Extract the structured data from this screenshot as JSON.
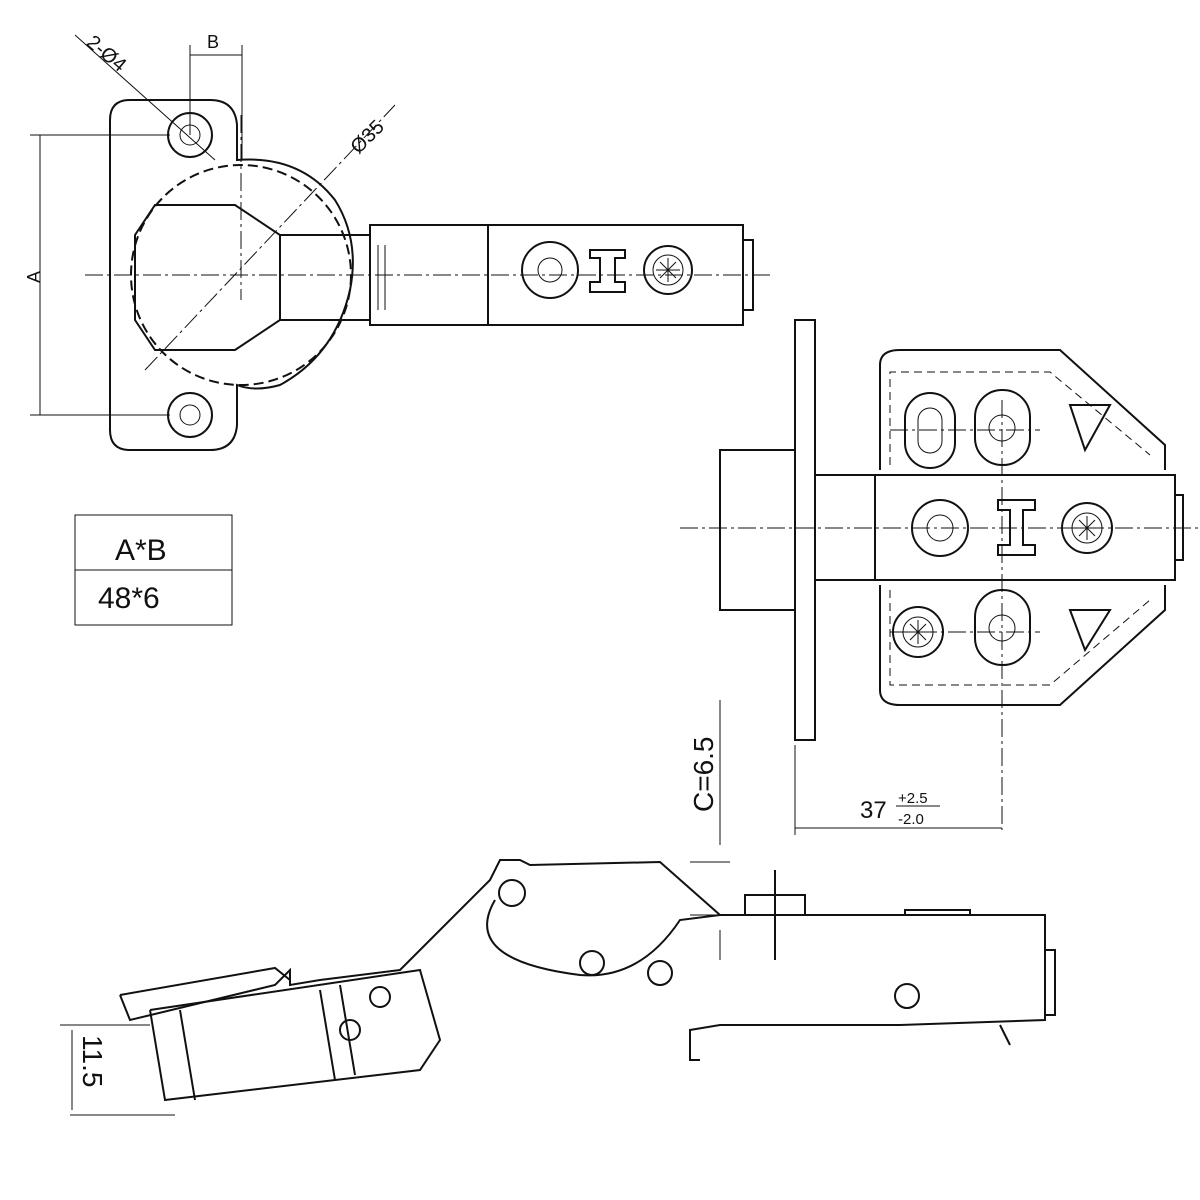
{
  "top_view": {
    "holes_label": "2-Ø4",
    "b_label": "B",
    "cup_label": "Ø35",
    "a_label": "A"
  },
  "table": {
    "header": "A*B",
    "value": "48*6"
  },
  "side_view": {
    "c_label": "C=6.5",
    "depth_label": "11.5"
  },
  "plate_view": {
    "dim_main": "37",
    "tol_upper": "+2.5",
    "tol_lower": "-2.0"
  }
}
